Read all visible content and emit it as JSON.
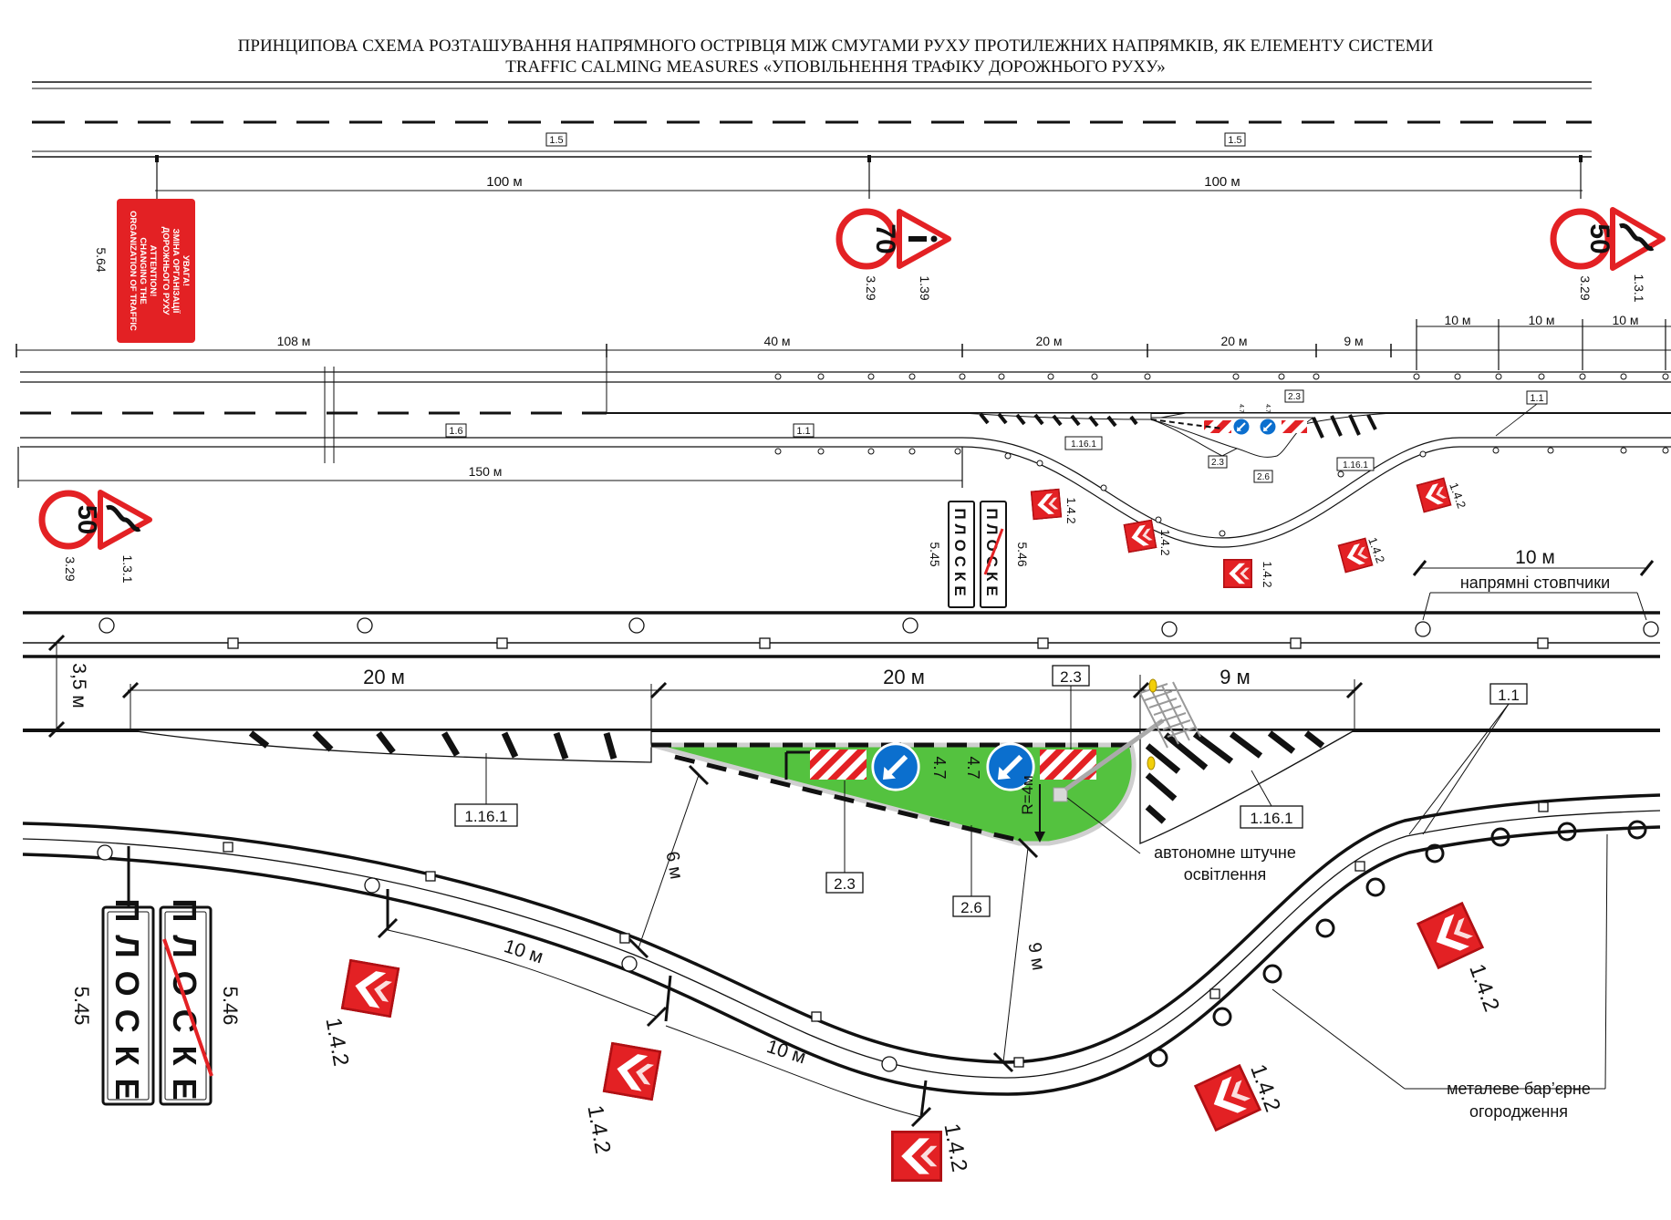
{
  "title": {
    "line1": "ПРИНЦИПОВА СХЕМА РОЗТАШУВАННЯ НАПРЯМНОГО ОСТРІВЦЯ МІЖ СМУГАМИ РУХУ ПРОТИЛЕЖНИХ НАПРЯМКІВ, ЯК ЕЛЕМЕНТУ СИСТЕМИ",
    "line2": "TRAFFIC CALMING MEASURES «УПОВІЛЬНЕННЯ ТРАФІКУ ДОРОЖНЬОГО РУХУ»"
  },
  "overview": {
    "marking_1_5": "1.5",
    "dist_100": "100 м",
    "dist_108": "108 м",
    "dist_40": "40 м",
    "dist_20": "20 м",
    "dist_9": "9 м",
    "dist_10": "10 м",
    "dist_150": "150 м",
    "marking_1_6": "1.6",
    "marking_1_1": "1.1",
    "marking_1_16_1": "1.16.1",
    "marking_2_3": "2.3",
    "marking_2_6": "2.6",
    "red_sign_lines": [
      "УВАГА!",
      "ЗМІНА ОРГАНІЗАЦІЇ",
      "ДОРОЖНЬОГО РУХУ",
      "ATTENTION!",
      "CHANGING THE",
      "ORGANIZATION OF TRAFFIC"
    ],
    "sign_5_64": "5.64",
    "speed_70": "70",
    "speed_50": "50",
    "sign_3_29": "3.29",
    "sign_1_39": "1.39",
    "sign_1_3_1": "1.3.1",
    "sign_1_4_2": "1.4.2",
    "sign_5_45": "5.45",
    "sign_5_46": "5.46",
    "ploske": "ПЛОСКЕ",
    "sign_4_7": "4.7"
  },
  "detail": {
    "dist_10": "10 м",
    "posts_label": "напрямні стовпчики",
    "lane_width": "3,5 м",
    "dist_20a": "20 м",
    "dist_20b": "20 м",
    "dist_9": "9 м",
    "marking_2_3": "2.3",
    "marking_1_1": "1.1",
    "marking_1_16_1": "1.16.1",
    "sign_4_7": "4.7",
    "radius": "R=4м",
    "lighting": [
      "автономне штучне",
      "освітлення"
    ],
    "marking_2_6": "2.6",
    "dist_6": "6 м",
    "dist_9b": "9 м",
    "dist_10a": "10 м",
    "dist_10b": "10 м",
    "sign_1_4_2": "1.4.2",
    "sign_5_45": "5.45",
    "sign_5_46": "5.46",
    "ploske": "ПЛОСКЕ",
    "barrier": [
      "металеве бар’єрне",
      "огородження"
    ]
  },
  "colors": {
    "sign_red": "#e32124",
    "island_green": "#54c23f",
    "sign_blue": "#0b6fce",
    "lamp_yellow": "#f2cf0a",
    "ink": "#111111"
  }
}
